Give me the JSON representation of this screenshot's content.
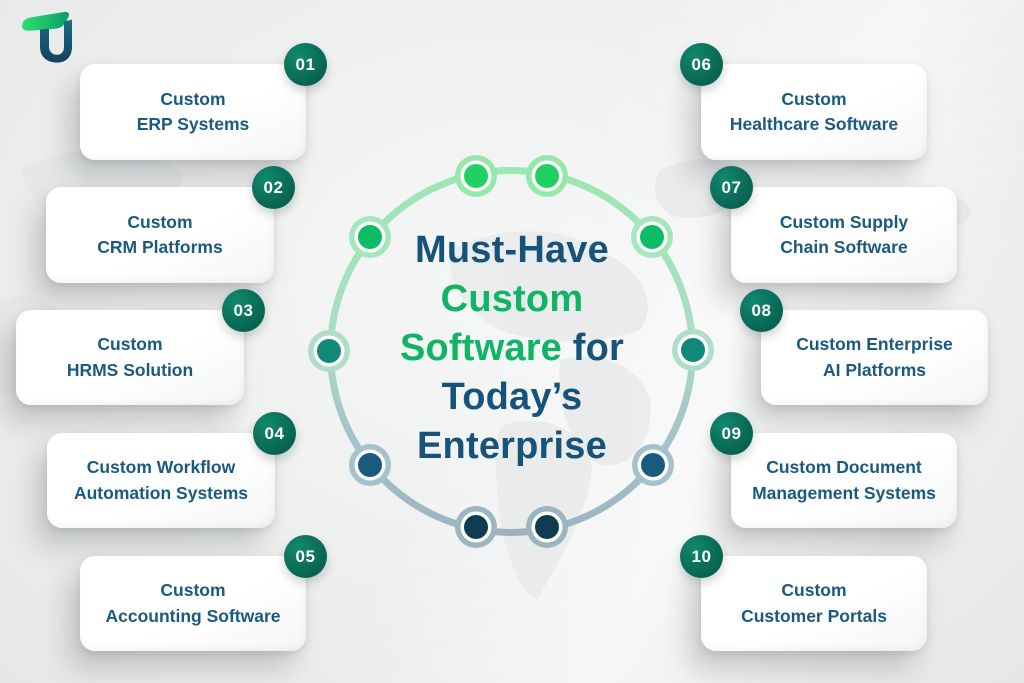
{
  "logo": {
    "name": "TU brand logo"
  },
  "title": {
    "lines": [
      {
        "segments": [
          {
            "text": "Must-Have",
            "color": "navy"
          }
        ]
      },
      {
        "segments": [
          {
            "text": "Custom",
            "color": "green"
          }
        ]
      },
      {
        "segments": [
          {
            "text": "Software",
            "color": "green"
          },
          {
            "text": " for",
            "color": "navy"
          }
        ]
      },
      {
        "segments": [
          {
            "text": "Today’s",
            "color": "navy"
          }
        ]
      },
      {
        "segments": [
          {
            "text": "Enterprise",
            "color": "navy"
          }
        ]
      }
    ]
  },
  "cards": [
    {
      "number": "01",
      "lines": [
        "Custom",
        "ERP Systems"
      ],
      "side": "left"
    },
    {
      "number": "02",
      "lines": [
        "Custom",
        "CRM Platforms"
      ],
      "side": "left"
    },
    {
      "number": "03",
      "lines": [
        "Custom",
        "HRMS Solution"
      ],
      "side": "left"
    },
    {
      "number": "04",
      "lines": [
        "Custom Workflow",
        "Automation Systems"
      ],
      "side": "left"
    },
    {
      "number": "05",
      "lines": [
        "Custom",
        "Accounting Software"
      ],
      "side": "left"
    },
    {
      "number": "06",
      "lines": [
        "Custom",
        "Healthcare Software"
      ],
      "side": "right"
    },
    {
      "number": "07",
      "lines": [
        "Custom Supply",
        "Chain Software"
      ],
      "side": "right"
    },
    {
      "number": "08",
      "lines": [
        "Custom Enterprise",
        "AI Platforms"
      ],
      "side": "right"
    },
    {
      "number": "09",
      "lines": [
        "Custom Document",
        "Management Systems"
      ],
      "side": "right"
    },
    {
      "number": "10",
      "lines": [
        "Custom",
        "Customer Portals"
      ],
      "side": "right"
    }
  ],
  "ring": {
    "node_colors": {
      "bright_green": "#1fd160",
      "mid_green": "#0cbd66",
      "teal": "#128878",
      "steel_blue": "#1b5a80",
      "navy": "#0e3c50",
      "halo_green": "#94e7ad",
      "halo_lightgreen": "#a3e7bb",
      "halo_seafoam": "#b0ddc9",
      "halo_bluegray_light": "#a4c2ce",
      "halo_bluegray": "#9db5c0"
    },
    "stroke_gradient": [
      "#9ce8b2",
      "#a9ddc5",
      "#a3c2cb",
      "#9db4bf"
    ]
  },
  "colors": {
    "navy_text": "#16537a",
    "green_text": "#0fb464",
    "card_text": "#1a5a7e",
    "badge_hi": "#11886f",
    "badge_lo": "#076150",
    "logo_green_1": "#2ee06e",
    "logo_green_2": "#0b9c6a",
    "logo_navy_1": "#1a6e86",
    "logo_navy_2": "#15405f"
  }
}
